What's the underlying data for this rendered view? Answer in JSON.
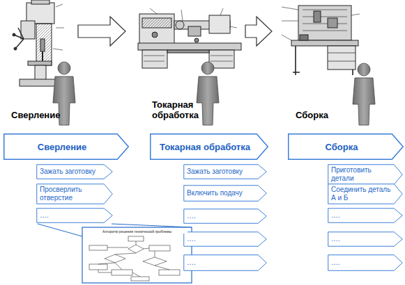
{
  "diagram": {
    "nodes": [
      {
        "text": [
          "Сверление"
        ]
      },
      {
        "text": [
          "Зажать заготовку"
        ]
      },
      {
        "text": [
          "Просверлить отверстие"
        ]
      },
      {
        "text": [
          "…."
        ]
      },
      {
        "text": [
          "Токарная обработка"
        ]
      },
      {
        "text": [
          "Зажать заготовку"
        ]
      },
      {
        "text": [
          "Включить подачу"
        ]
      },
      {
        "text": [
          "…."
        ]
      },
      {
        "text": [
          "…."
        ]
      },
      {
        "text": [
          "…."
        ]
      },
      {
        "text": [
          "Сборка"
        ]
      },
      {
        "text": [
          "Приготовить детали"
        ]
      },
      {
        "text": [
          "Соединить деталь А и Б"
        ]
      },
      {
        "text": [
          "…."
        ]
      },
      {
        "text": [
          "…."
        ]
      },
      {
        "text": [
          "…."
        ]
      }
    ],
    "labels": [
      "Сверление",
      "Токарная обработка",
      "Сборка",
      "Алгоритм решения технической проблемы"
    ]
  }
}
